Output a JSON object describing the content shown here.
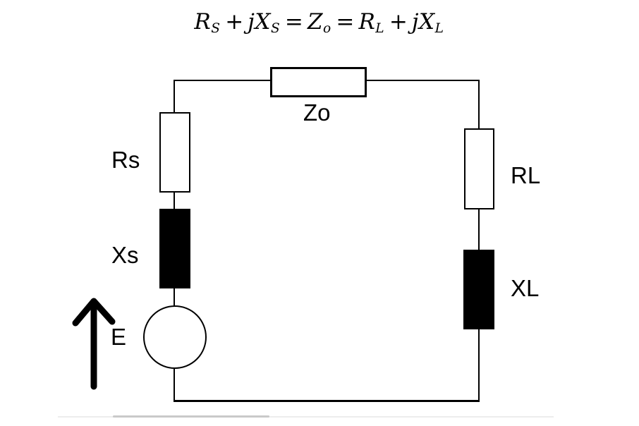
{
  "equation": {
    "parts": [
      {
        "var": "R",
        "sub": "S"
      },
      {
        "op": "+"
      },
      {
        "var": "jX",
        "sub": "S"
      },
      {
        "op": "="
      },
      {
        "var": "Z",
        "sub": "o"
      },
      {
        "op": "="
      },
      {
        "var": "R",
        "sub": "L"
      },
      {
        "op": "+"
      },
      {
        "var": "jX",
        "sub": "L"
      }
    ]
  },
  "circuit": {
    "labels": {
      "source_resistance": "Rs",
      "source_reactance": "Xs",
      "source_emf": "E",
      "line_impedance": "Zo",
      "load_resistance": "RL",
      "load_reactance": "XL"
    },
    "components": [
      {
        "id": "Rs",
        "type": "resistor",
        "style": "outlined-box",
        "branch": "source"
      },
      {
        "id": "Xs",
        "type": "reactance",
        "style": "filled-box",
        "branch": "source"
      },
      {
        "id": "E",
        "type": "voltage-source",
        "style": "circle",
        "branch": "source"
      },
      {
        "id": "Zo",
        "type": "impedance",
        "style": "outlined-box",
        "branch": "line"
      },
      {
        "id": "RL",
        "type": "resistor",
        "style": "outlined-box",
        "branch": "load"
      },
      {
        "id": "XL",
        "type": "reactance",
        "style": "filled-box",
        "branch": "load"
      }
    ]
  },
  "colors": {
    "line": "#000000",
    "outlined_fill": "#ffffff",
    "reactance_fill": "#000000",
    "background": "#ffffff",
    "scroll_track": "#ededed",
    "scroll_thumb": "#c9c9c9"
  }
}
